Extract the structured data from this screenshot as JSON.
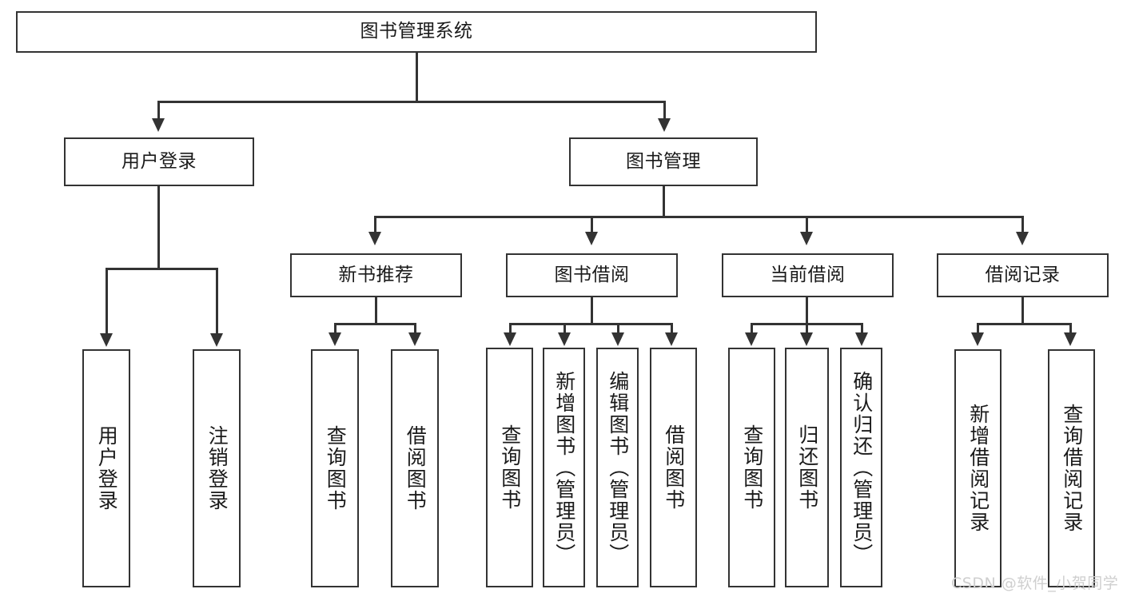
{
  "diagram": {
    "type": "tree-hierarchy",
    "title": "图书管理系统",
    "root": {
      "label": "图书管理系统"
    },
    "level1": [
      {
        "label": "用户登录"
      },
      {
        "label": "图书管理"
      }
    ],
    "level2": [
      {
        "label": "新书推荐"
      },
      {
        "label": "图书借阅"
      },
      {
        "label": "当前借阅"
      },
      {
        "label": "借阅记录"
      }
    ],
    "leaves": {
      "user_login": [
        {
          "label": "用户登录"
        },
        {
          "label": "注销登录"
        }
      ],
      "new_book_recommend": [
        {
          "label": "查询图书"
        },
        {
          "label": "借阅图书"
        }
      ],
      "book_borrow": [
        {
          "label": "查询图书"
        },
        {
          "label": "新增图书（管理员）"
        },
        {
          "label": "编辑图书（管理员）"
        },
        {
          "label": "借阅图书"
        }
      ],
      "current_borrow": [
        {
          "label": "查询图书"
        },
        {
          "label": "归还图书"
        },
        {
          "label": "确认归还（管理员）"
        }
      ],
      "borrow_record": [
        {
          "label": "新增借阅记录"
        },
        {
          "label": "查询借阅记录"
        }
      ]
    }
  },
  "watermark": {
    "text": "CSDN @软件_小贺同学"
  },
  "colors": {
    "stroke": "#333333",
    "background": "#ffffff",
    "text": "#1a1a1a",
    "watermark": "#cfcfcf"
  }
}
